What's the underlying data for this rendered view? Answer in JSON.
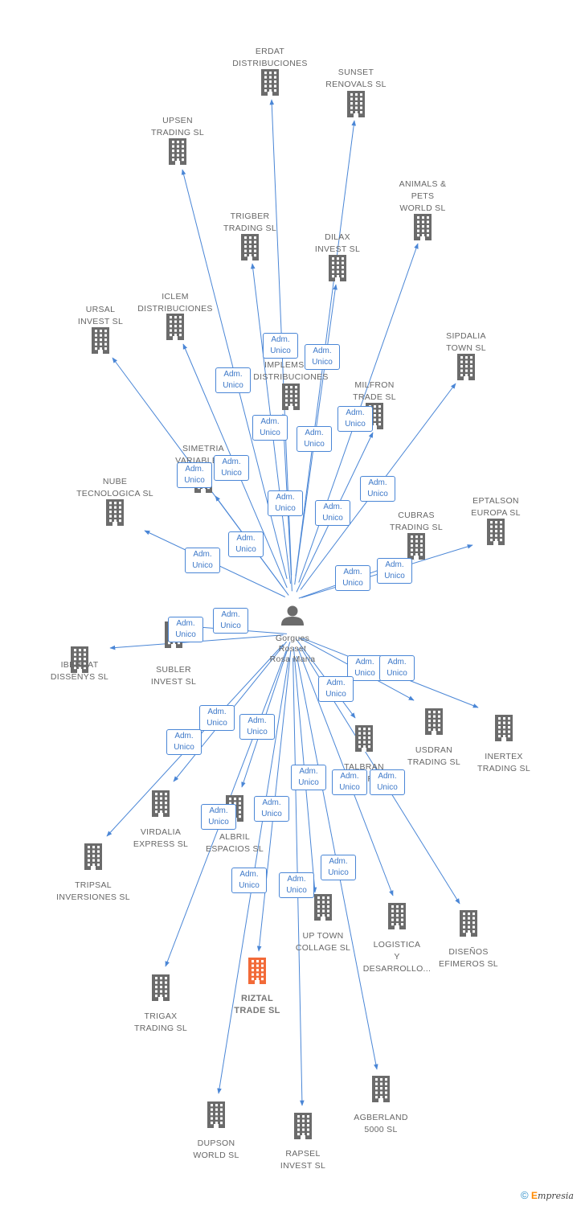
{
  "colors": {
    "edge": "#4a86d6",
    "node": "#6b6b6b",
    "highlight": "#f26a38",
    "text": "#666666"
  },
  "person": {
    "label": "Gorgues\nRosset\nRosa Maria",
    "icon": "person-icon"
  },
  "companies": [
    {
      "id": "erdat",
      "label": "ERDAT\nDISTRIBUCIONES SL"
    },
    {
      "id": "sunset",
      "label": "SUNSET\nRENOVALS SL"
    },
    {
      "id": "upsen",
      "label": "UPSEN\nTRADING SL"
    },
    {
      "id": "animals",
      "label": "ANIMALS &\nPETS\nWORLD SL"
    },
    {
      "id": "trigber",
      "label": "TRIGBER\nTRADING SL"
    },
    {
      "id": "dilax",
      "label": "DILAX\nINVEST SL"
    },
    {
      "id": "ursal",
      "label": "URSAL\nINVEST SL"
    },
    {
      "id": "iclem",
      "label": "ICLEM\nDISTRIBUCIONES SL"
    },
    {
      "id": "sipdalia",
      "label": "SIPDALIA\nTOWN SL"
    },
    {
      "id": "implemson",
      "label": "IMPLEMSON\nDISTRIBUCIONES SL"
    },
    {
      "id": "milfron",
      "label": "MILFRON\nTRADE SL"
    },
    {
      "id": "simetria",
      "label": "SIMETRIA\nVARIABLE SL"
    },
    {
      "id": "nube",
      "label": "NUBE\nTECNOLOGICA SL"
    },
    {
      "id": "eptalson",
      "label": "EPTALSON\nEUROPA SL"
    },
    {
      "id": "cubras",
      "label": "CUBRAS\nTRADING SL"
    },
    {
      "id": "ibercat",
      "label": "IBERCAT\nDISSENYS SL"
    },
    {
      "id": "subler",
      "label": "SUBLER\nINVEST SL"
    },
    {
      "id": "usdran",
      "label": "USDRAN\nTRADING SL"
    },
    {
      "id": "inertex",
      "label": "INERTEX\nTRADING SL"
    },
    {
      "id": "talbran",
      "label": "TALBRAN\nNETWORK SL"
    },
    {
      "id": "virdalia",
      "label": "VIRDALIA\nEXPRESS SL"
    },
    {
      "id": "albril",
      "label": "ALBRIL\nESPACIOS SL"
    },
    {
      "id": "tripsal",
      "label": "TRIPSAL\nINVERSIONES SL"
    },
    {
      "id": "uptown",
      "label": "UP TOWN\nCOLLAGE SL"
    },
    {
      "id": "logistica",
      "label": "LOGISTICA\nY\nDESARROLLO..."
    },
    {
      "id": "disenos",
      "label": "DISEÑOS\nEFIMEROS SL"
    },
    {
      "id": "riztal",
      "label": "RIZTAL\nTRADE SL",
      "highlight": true
    },
    {
      "id": "trigax",
      "label": "TRIGAX\nTRADING SL"
    },
    {
      "id": "agberland",
      "label": "AGBERLAND\n5000 SL"
    },
    {
      "id": "dupson",
      "label": "DUPSON\nWORLD SL"
    },
    {
      "id": "rapsel",
      "label": "RAPSEL\nINVEST SL"
    }
  ],
  "edge_label": "Adm.\nUnico",
  "footer": {
    "copyright": "©",
    "brand_initial": "E",
    "brand_rest": "mpresia"
  }
}
